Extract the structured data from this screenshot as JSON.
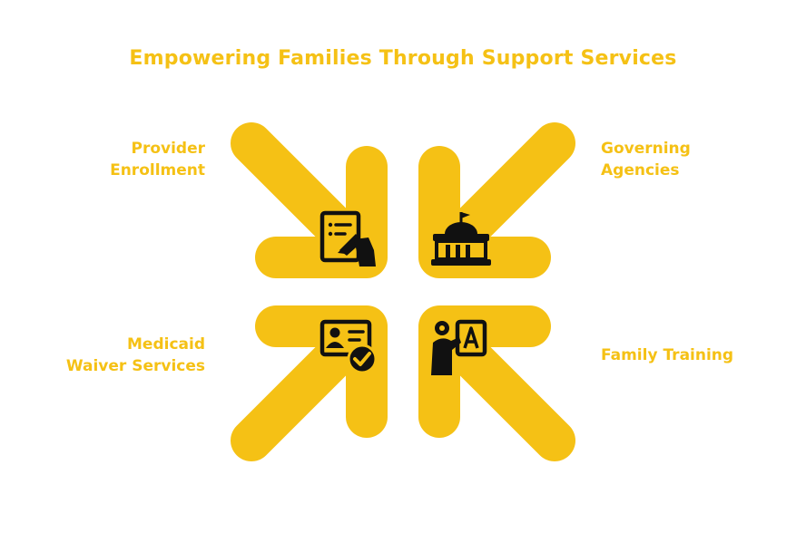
{
  "title": "Empowering Families Through Support Services",
  "colors": {
    "accent": "#f5c115",
    "icon": "#111111",
    "background": "#ffffff"
  },
  "items": [
    {
      "label_lines": [
        "Provider",
        "Enrollment"
      ],
      "icon": "document-signing-icon"
    },
    {
      "label_lines": [
        "Governing",
        "Agencies"
      ],
      "icon": "government-building-icon"
    },
    {
      "label_lines": [
        "Medicaid",
        "Waiver Services"
      ],
      "icon": "id-card-check-icon"
    },
    {
      "label_lines": [
        "Family Training"
      ],
      "icon": "teacher-board-icon"
    }
  ]
}
